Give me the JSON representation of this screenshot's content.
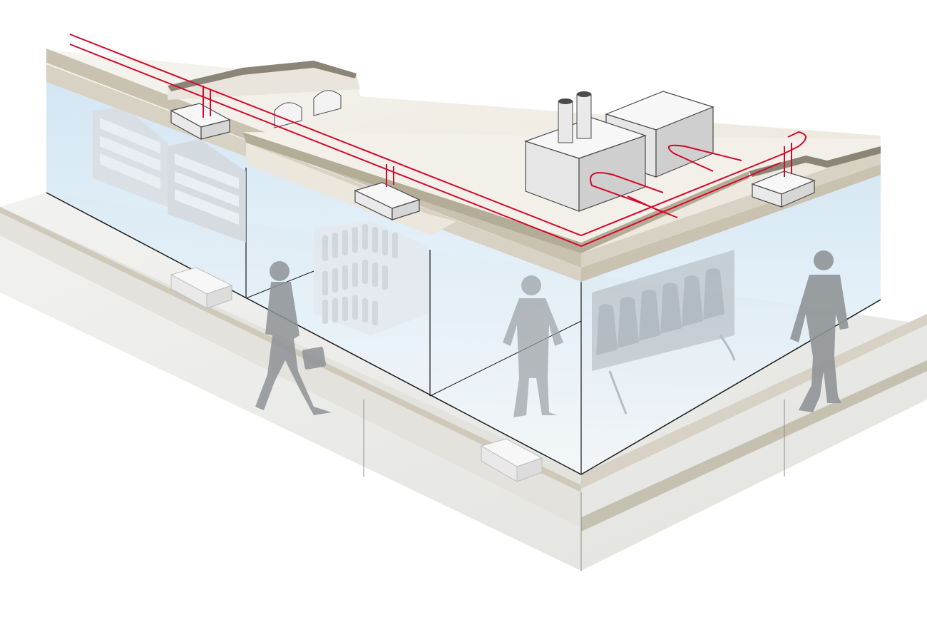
{
  "diagram": {
    "subject": "",
    "colors": {
      "background": "#ffffff",
      "slab_top": "#f2efe8",
      "slab_edge": "#d8d2c4",
      "slab_dark": "#a9a595",
      "glass": "#dfeef8",
      "floor": "#ececea",
      "pipe": "#d4092b",
      "unit_top": "#f7f7f7",
      "unit_side": "#e2e2e2",
      "silhouette": "#8f9396",
      "frame_line": "#1a1a1a"
    },
    "components": [
      {
        "name": "rooftop-condenser-left",
        "icon": "box-with-two-stacks"
      },
      {
        "name": "rooftop-condenser-right",
        "icon": "box"
      },
      {
        "name": "ceiling-unit-left",
        "icon": "flat-box"
      },
      {
        "name": "ceiling-unit-center",
        "icon": "flat-box"
      },
      {
        "name": "ceiling-unit-right",
        "icon": "flat-box"
      },
      {
        "name": "door-air-curtain-left",
        "icon": "flat-box"
      },
      {
        "name": "door-air-curtain-front",
        "icon": "flat-box"
      },
      {
        "name": "refrigerant-piping",
        "icon": "red-lines"
      },
      {
        "name": "shelf-rack-1",
        "icon": "shelf"
      },
      {
        "name": "shelf-rack-2",
        "icon": "shelf"
      },
      {
        "name": "bottle-display",
        "icon": "bottles"
      },
      {
        "name": "clothing-rack",
        "icon": "hanging-clothes"
      },
      {
        "name": "person-woman-with-bag",
        "icon": "silhouette"
      },
      {
        "name": "person-man-inside",
        "icon": "silhouette"
      },
      {
        "name": "person-man-walking",
        "icon": "silhouette"
      }
    ]
  }
}
